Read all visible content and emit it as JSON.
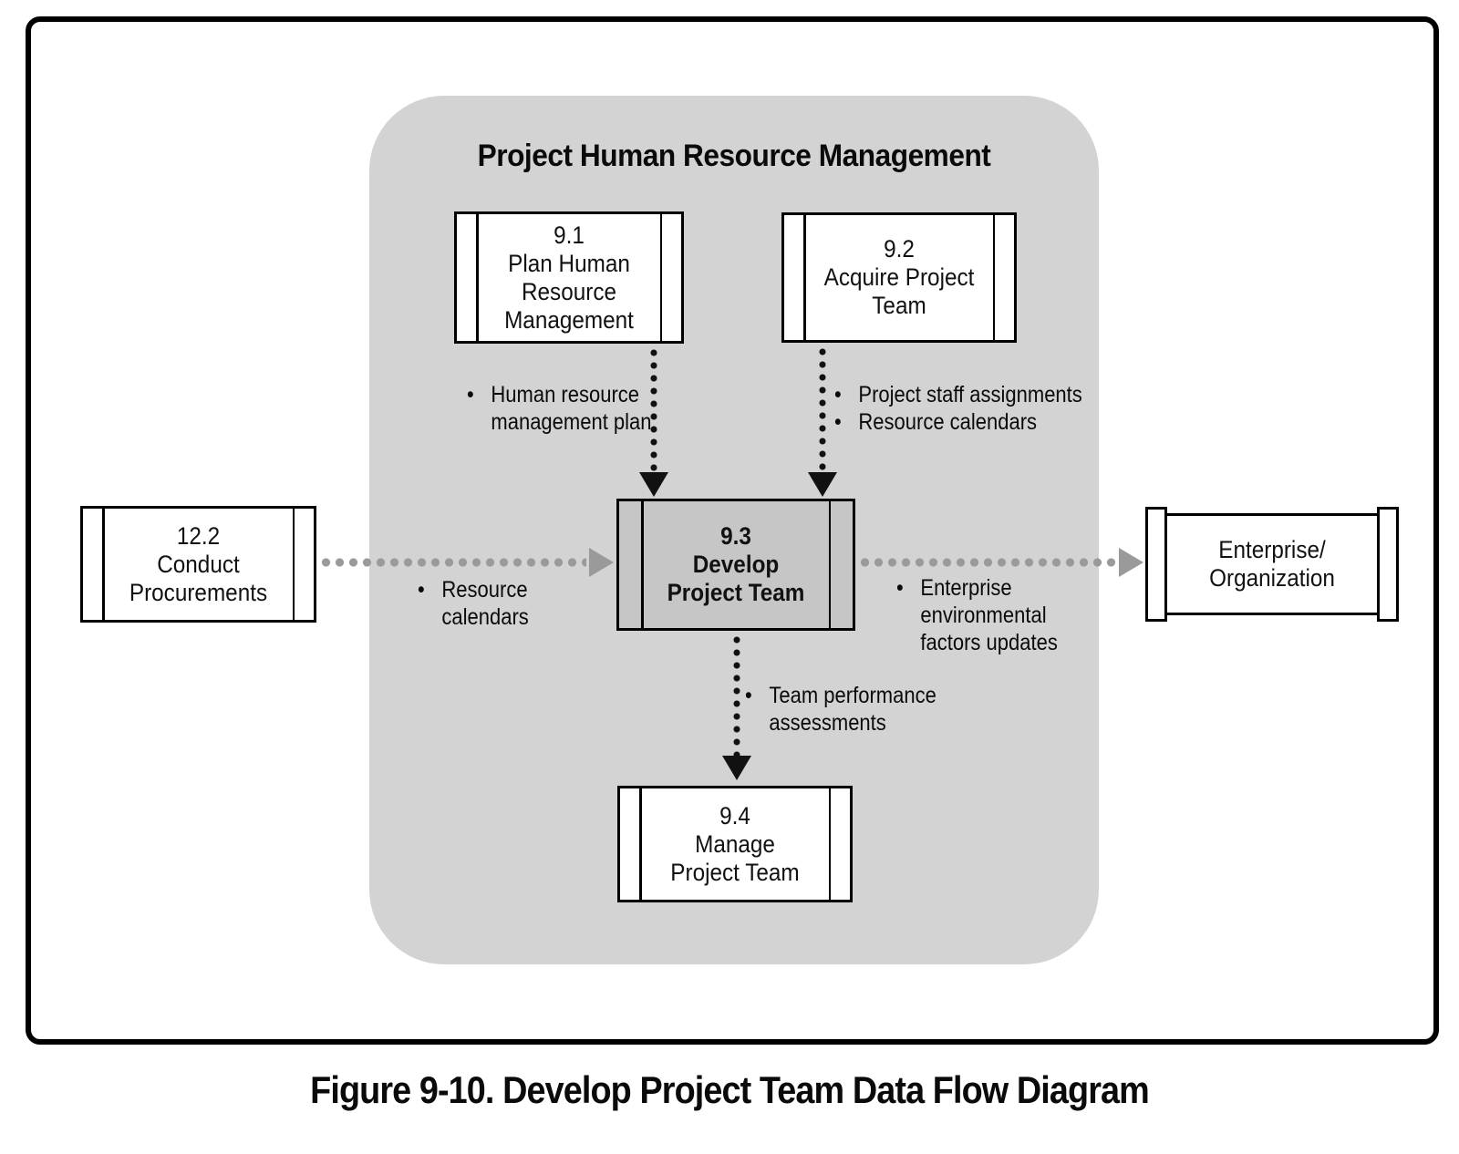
{
  "figure": {
    "group_title": "Project Human Resource Management",
    "caption": "Figure 9-10. Develop Project Team Data Flow Diagram",
    "bullet_char": "•"
  },
  "nodes": {
    "plan_hr": {
      "lines": [
        "9.1",
        "Plan Human",
        "Resource",
        "Management"
      ]
    },
    "acquire_team": {
      "lines": [
        "9.2",
        "Acquire Project",
        "Team"
      ]
    },
    "develop_team": {
      "lines": [
        "9.3",
        "Develop",
        "Project Team"
      ]
    },
    "manage_team": {
      "lines": [
        "9.4",
        "Manage",
        "Project Team"
      ]
    },
    "conduct_procurements": {
      "lines": [
        "12.2",
        "Conduct",
        "Procurements"
      ]
    },
    "enterprise": {
      "lines": [
        "Enterprise/",
        "Organization"
      ]
    }
  },
  "flow_labels": {
    "hr_plan": {
      "lines": [
        "Human resource",
        "management plan"
      ]
    },
    "staff_assignments": {
      "lines": [
        "Project staff assignments"
      ]
    },
    "resource_calendars_top": {
      "lines": [
        "Resource calendars"
      ]
    },
    "resource_calendars_left": {
      "lines": [
        "Resource",
        "calendars"
      ]
    },
    "eef_updates": {
      "lines": [
        "Enterprise",
        "environmental",
        "factors updates"
      ]
    },
    "team_performance": {
      "lines": [
        "Team performance",
        "assessments"
      ]
    }
  },
  "colors": {
    "group_background": "#d3d3d3",
    "highlight_box_background": "#c6c6c6",
    "black_flow": "#111111",
    "gray_flow": "#9a9a9a",
    "frame_border": "#000000"
  }
}
